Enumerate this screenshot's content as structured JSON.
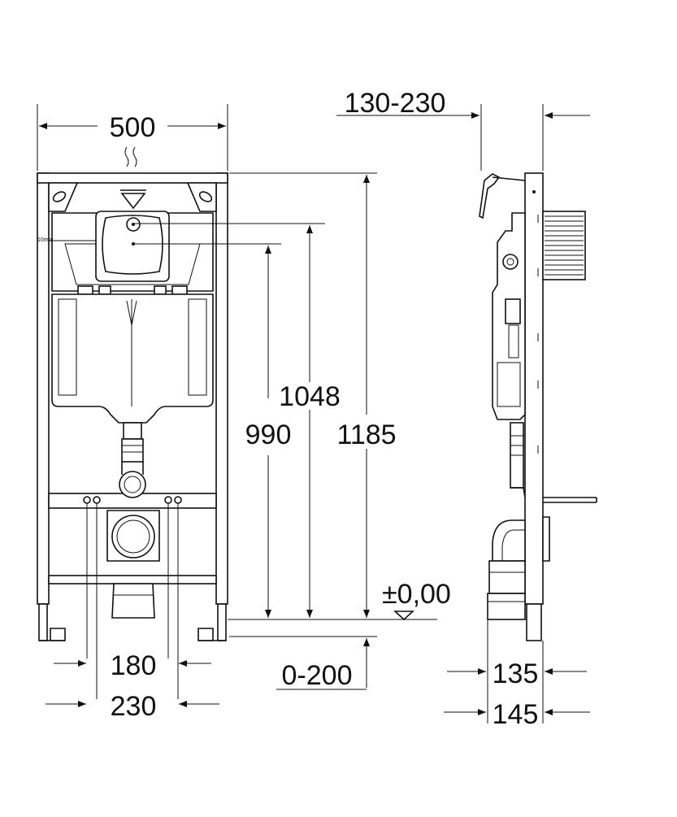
{
  "dimensions": {
    "width_total": "500",
    "depth_range": "130-230",
    "height_1048": "1048",
    "height_990": "990",
    "height_1185": "1185",
    "floor_level": "±0,00",
    "floor_range": "0-200",
    "spacing_180": "180",
    "spacing_230": "230",
    "depth_135": "135",
    "depth_145": "145"
  },
  "small_label": "10mm"
}
